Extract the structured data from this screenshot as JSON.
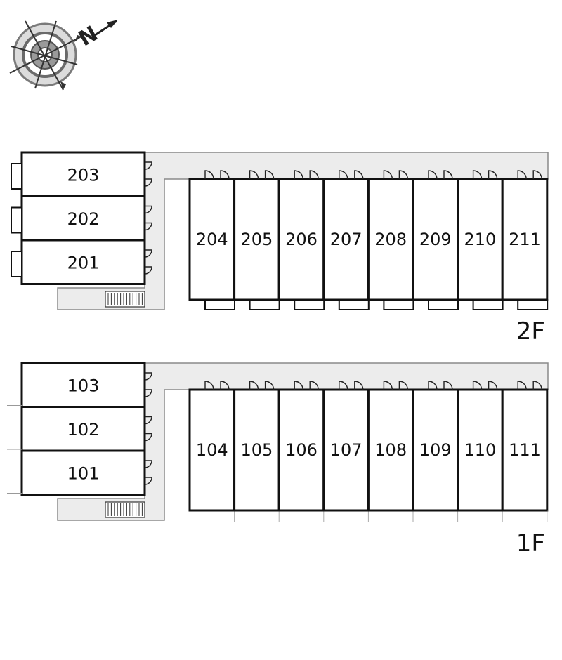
{
  "compass": {
    "label": "N"
  },
  "floors": [
    {
      "id": "2F",
      "label": "2F",
      "left_units": [
        "203",
        "202",
        "201"
      ],
      "right_units": [
        "204",
        "205",
        "206",
        "207",
        "208",
        "209",
        "210",
        "211"
      ]
    },
    {
      "id": "1F",
      "label": "1F",
      "left_units": [
        "103",
        "102",
        "101"
      ],
      "right_units": [
        "104",
        "105",
        "106",
        "107",
        "108",
        "109",
        "110",
        "111"
      ]
    }
  ],
  "colors": {
    "wall": "#111111",
    "corridor": "#ececec",
    "corridor_edge": "#8a8a8a"
  }
}
